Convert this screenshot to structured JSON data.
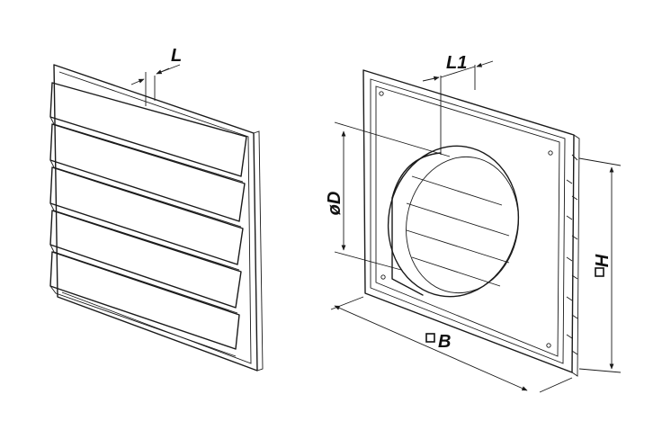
{
  "labels": {
    "l": "L",
    "l1": "L1",
    "d": "øD",
    "h": "H",
    "b": "B"
  },
  "colors": {
    "line": "#1a1a1a",
    "background": "#ffffff"
  }
}
